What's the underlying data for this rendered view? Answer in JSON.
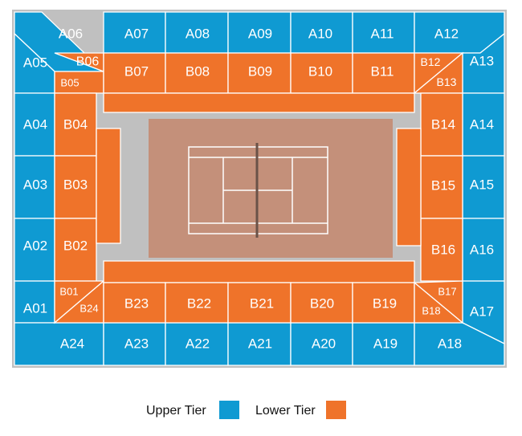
{
  "colors": {
    "upper_tier": "#0f9ad2",
    "lower_tier": "#ef732a",
    "concourse": "#c0c0c0",
    "court_surround": "#c4907a",
    "court_lines": "#ffffff",
    "net": "#6a5248"
  },
  "sections": {
    "upper": [
      "A01",
      "A02",
      "A03",
      "A04",
      "A05",
      "A06",
      "A07",
      "A08",
      "A09",
      "A10",
      "A11",
      "A12",
      "A13",
      "A14",
      "A15",
      "A16",
      "A17",
      "A18",
      "A19",
      "A20",
      "A21",
      "A22",
      "A23",
      "A24"
    ],
    "lower": [
      "B01",
      "B02",
      "B03",
      "B04",
      "B05",
      "B06",
      "B07",
      "B08",
      "B09",
      "B10",
      "B11",
      "B12",
      "B13",
      "B14",
      "B15",
      "B16",
      "B17",
      "B18",
      "B19",
      "B20",
      "B21",
      "B22",
      "B23",
      "B24"
    ]
  },
  "legend": {
    "upper_label": "Upper Tier",
    "lower_label": "Lower Tier"
  }
}
